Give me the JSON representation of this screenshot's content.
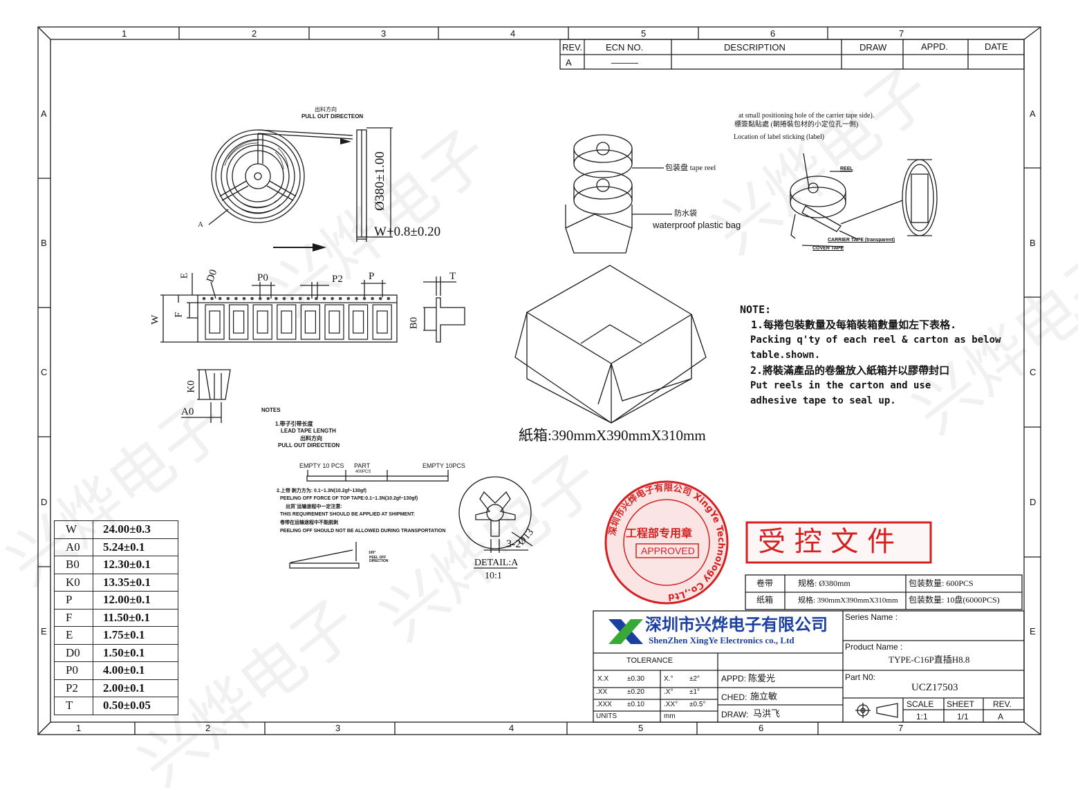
{
  "border": {
    "top_columns": [
      "1",
      "2",
      "3",
      "4",
      "5",
      "6",
      "7"
    ],
    "bottom_columns": [
      "1",
      "2",
      "3",
      "4",
      "5",
      "6",
      "7"
    ],
    "left_rows": [
      "A",
      "B",
      "C",
      "D",
      "E"
    ],
    "right_rows": [
      "A",
      "B",
      "C",
      "D",
      "E"
    ]
  },
  "revision_block": {
    "headers": {
      "rev": "REV.",
      "ecn": "ECN  NO.",
      "description": "DESCRIPTION",
      "draw": "DRAW",
      "appd": "APPD.",
      "date": "DATE"
    },
    "rows": [
      {
        "rev": "A",
        "ecn": "———",
        "description": "",
        "draw": "",
        "appd": "",
        "date": ""
      }
    ]
  },
  "reel_view": {
    "pull_cn": "出料方向",
    "pull_en": "PULL OUT DIRECTEON",
    "diameter": "Ø380±1.00",
    "width_dim": "W+0.8±0.20",
    "callout_a": "A"
  },
  "tape_view": {
    "labels": {
      "e": "E",
      "d0": "D0",
      "p0": "P0",
      "p2": "P2",
      "p": "P",
      "t": "T",
      "w": "W",
      "f": "F",
      "b0": "B0",
      "k0": "K0",
      "a0": "A0"
    }
  },
  "notes_small": {
    "title": "NOTES",
    "item1_cn": "1.带子引带长度",
    "item1_en": "LEAD TAPE LENGTH",
    "pull_cn": "出料方向",
    "pull_en": "PULL OUT DIRECTEON",
    "empty_left": "EMPTY 10 PCS",
    "part": "PART",
    "part_qty": "400PCS",
    "empty_right": "EMPTY 10PCS",
    "item2_line1": "2.上带 剥力方为: 0.1~1.3N(10.2gf~130gf)",
    "item2_line2": "PEELING OFF FORCE OF TOP TAPE:0.1~1.3N(10.2gf~130gf)",
    "item2_line3": "出货`运输途程中一定注意:",
    "item2_line4": "THIS REQUIREMENT SHOULD BE APPLIED AT SHIPMENT:",
    "item2_line5": "卷带在运输途程中不能脱剥",
    "item2_line6": "PEELING OFF SHOULD NOT BE ALLOWED DURING TRANSPORTATION",
    "peel_label": "PEEL OFF DIRECTION",
    "peel_angle": "165°"
  },
  "detail": {
    "d13": "Ø13",
    "dim32": "3-2",
    "label": "DETAIL:A",
    "scale": "10:1"
  },
  "packaging": {
    "reel_label": "包装盘 tape reel",
    "bag_cn": "防水袋",
    "bag_en": "waterproof plastic bag",
    "carton_size": "紙箱:390mmX390mmX310mm"
  },
  "label_info": {
    "line1": "at small positioning hole of the carrier tape side).",
    "line2": "標簽黏貼處 (朝捲裝包材的小定位孔一側)",
    "line3": "Location of label sticking (label)",
    "reel": "REEL",
    "carrier": "CARRIER TAPE (transparent)",
    "cover": "COVER TAPE"
  },
  "note_main": {
    "title": "NOTE:",
    "l1": "1.每捲包裝數量及每箱裝箱數量如左下表格.",
    "l2": "Packing q'ty of each reel & carton as below",
    "l3": "table.shown.",
    "l4": "2.將裝滿產品的卷盤放入紙箱并以膠帶封口",
    "l5": "Put reels in the carton and use",
    "l6": "adhesive tape to seal up."
  },
  "spec_table": [
    {
      "k": "W",
      "v": "24.00±0.3"
    },
    {
      "k": "A0",
      "v": "5.24±0.1"
    },
    {
      "k": "B0",
      "v": "12.30±0.1"
    },
    {
      "k": "K0",
      "v": "13.35±0.1"
    },
    {
      "k": "P",
      "v": "12.00±0.1"
    },
    {
      "k": "F",
      "v": "11.50±0.1"
    },
    {
      "k": "E",
      "v": "1.75±0.1"
    },
    {
      "k": "D0",
      "v": "1.50±0.1"
    },
    {
      "k": "P0",
      "v": "4.00±0.1"
    },
    {
      "k": "P2",
      "v": "2.00±0.1"
    },
    {
      "k": "T",
      "v": "0.50±0.05"
    }
  ],
  "stamp": {
    "ring_text": "深圳市兴烨电子有限公司 XingYe Technology Co.,Ltd",
    "center": "工程部专用章",
    "approved": "APPROVED",
    "controlled": "受 控 文 件"
  },
  "packing_table": [
    {
      "type": "卷带",
      "spec": "规格: Ø380mm",
      "qty": "包装数量: 600PCS"
    },
    {
      "type": "纸箱",
      "spec": "规格: 390mmX390mmX310mm",
      "qty": "包装数量: 10盘(6000PCS)"
    }
  ],
  "title_block": {
    "company_cn": "深圳市兴烨电子有限公司",
    "company_en": "ShenZhen XingYe Electronics co., Ltd",
    "tolerance": "TOLERANCE",
    "tol": [
      {
        "a": "X.X",
        "b": "±0.30",
        "c": "X.°",
        "d": "±2°"
      },
      {
        "a": ".XX",
        "b": "±0.20",
        "c": ".X°",
        "d": "±1°"
      },
      {
        "a": ".XXX",
        "b": "±0.10",
        "c": ".XX°",
        "d": "±0.5°"
      }
    ],
    "units_label": "UNITS",
    "units_value": "mm",
    "appd_label": "APPD:",
    "appd_name": "陈爱光",
    "ched_label": "CHED:",
    "ched_name": "施立敏",
    "draw_label": "DRAW:",
    "draw_name": "马洪飞",
    "series_label": "Series Name :",
    "series_value": "",
    "product_label": "Product Name :",
    "product_value": "TYPE-C16P直插H8.8",
    "part_label": "Part N0:",
    "part_value": "UCZ17503",
    "scale_label": "SCALE",
    "scale_value": "1:1",
    "sheet_label": "SHEET",
    "sheet_value": "1/1",
    "rev_label": "REV.",
    "rev_value": "A"
  },
  "colors": {
    "stamp_red": "#d42020",
    "logo_blue": "#1a3f9e",
    "logo_green": "#39a935"
  }
}
